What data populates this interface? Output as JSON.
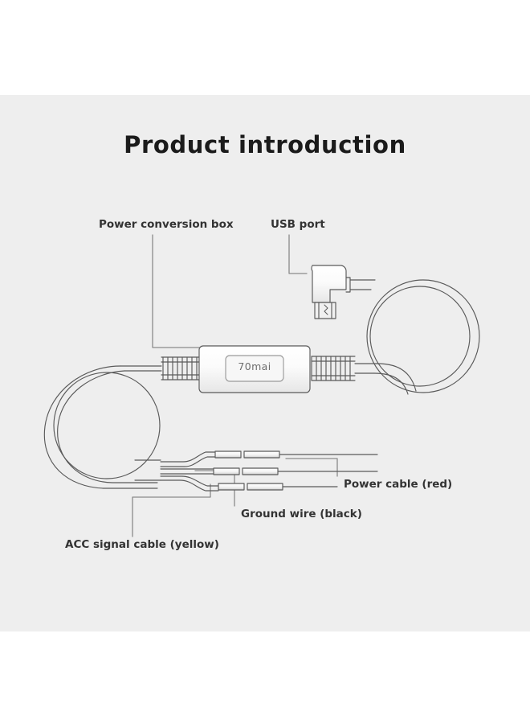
{
  "page": {
    "title": "Product introduction",
    "background_color": "#ffffff",
    "panel_color": "#eeeeee"
  },
  "diagram": {
    "name": "70mai hardwire kit wiring diagram",
    "brand_label": "70mai",
    "line_color": "#5a5a5a",
    "leader_color": "#8a8a8a",
    "callouts": [
      {
        "id": "power-conversion-box",
        "label": "Power conversion box",
        "points_to": "central-module"
      },
      {
        "id": "usb-port",
        "label": "USB port",
        "points_to": "micro-usb-connector"
      },
      {
        "id": "power-cable-red",
        "label": "Power cable (red)",
        "points_to": "upper-branch-wire",
        "wire_color_name": "red"
      },
      {
        "id": "ground-wire-black",
        "label": "Ground wire (black)",
        "points_to": "middle-branch-wire",
        "wire_color_name": "black"
      },
      {
        "id": "acc-signal-cable-yellow",
        "label": "ACC signal cable (yellow)",
        "points_to": "lower-branch-wire",
        "wire_color_name": "yellow"
      }
    ],
    "parts": [
      {
        "id": "micro-usb-connector",
        "name": "right-angle micro USB plug"
      },
      {
        "id": "cable-loop-right",
        "name": "coiled USB cable loop"
      },
      {
        "id": "cable-loop-left",
        "name": "coiled power cable loop"
      },
      {
        "id": "central-module",
        "name": "power conversion box"
      },
      {
        "id": "strain-relief-left",
        "name": "ribbed strain relief"
      },
      {
        "id": "strain-relief-right",
        "name": "ribbed strain relief"
      },
      {
        "id": "upper-branch-wire",
        "name": "power cable lead"
      },
      {
        "id": "middle-branch-wire",
        "name": "ground wire lead"
      },
      {
        "id": "lower-branch-wire",
        "name": "ACC signal cable lead"
      }
    ]
  }
}
